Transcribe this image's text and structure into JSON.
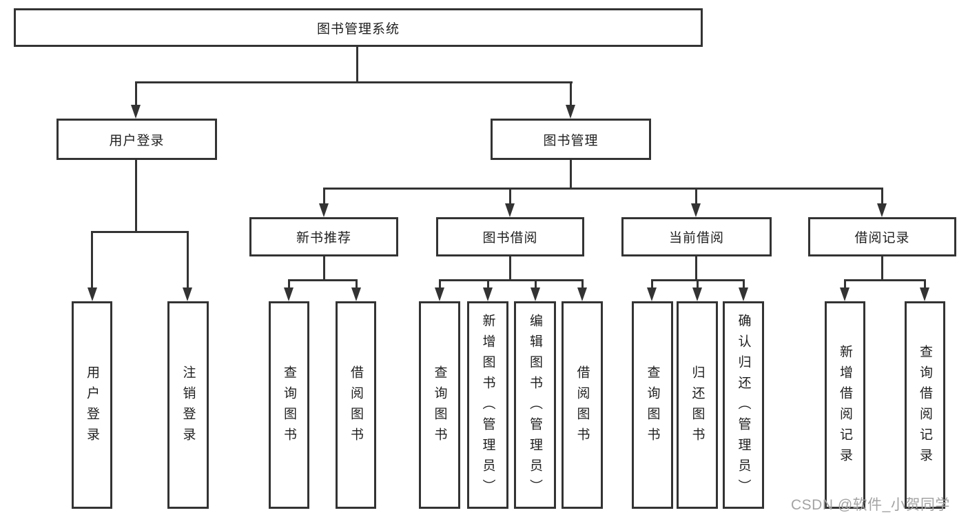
{
  "title": "图书管理系统",
  "tree": {
    "label": "图书管理系统",
    "children": [
      {
        "label": "用户登录",
        "children": [
          {
            "label": "用户登录"
          },
          {
            "label": "注销登录"
          }
        ]
      },
      {
        "label": "图书管理",
        "children": [
          {
            "label": "新书推荐",
            "children": [
              {
                "label": "查询图书"
              },
              {
                "label": "借阅图书"
              }
            ]
          },
          {
            "label": "图书借阅",
            "children": [
              {
                "label": "查询图书"
              },
              {
                "label": "新增图书（管理员）"
              },
              {
                "label": "编辑图书（管理员）"
              },
              {
                "label": "借阅图书"
              }
            ]
          },
          {
            "label": "当前借阅",
            "children": [
              {
                "label": "查询图书"
              },
              {
                "label": "归还图书"
              },
              {
                "label": "确认归还（管理员）"
              }
            ]
          },
          {
            "label": "借阅记录",
            "children": [
              {
                "label": "新增借阅记录"
              },
              {
                "label": "查询借阅记录"
              }
            ]
          }
        ]
      }
    ]
  },
  "watermark": "CSDN @软件_小贺同学",
  "colors": {
    "line": "#333333",
    "text": "#1f1f1f",
    "background": "#ffffff",
    "watermark": "#a3a3a3"
  }
}
